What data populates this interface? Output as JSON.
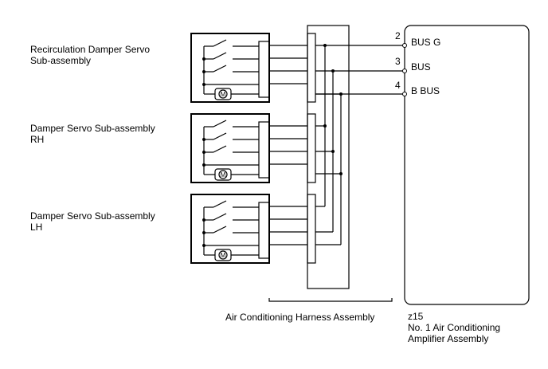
{
  "servos": [
    {
      "line1": "Recirculation Damper Servo",
      "line2": "Sub-assembly"
    },
    {
      "line1": "Damper Servo Sub-assembly",
      "line2": "RH"
    },
    {
      "line1": "Damper Servo Sub-assembly",
      "line2": "LH"
    }
  ],
  "motor_symbol": "M",
  "harness": {
    "label": "Air Conditioning Harness Assembly"
  },
  "amplifier": {
    "connector": "z15",
    "line1": "No. 1 Air Conditioning",
    "line2": "Amplifier Assembly"
  },
  "pins": [
    {
      "number": "2",
      "name": "BUS G"
    },
    {
      "number": "3",
      "name": "BUS"
    },
    {
      "number": "4",
      "name": "B BUS"
    }
  ]
}
